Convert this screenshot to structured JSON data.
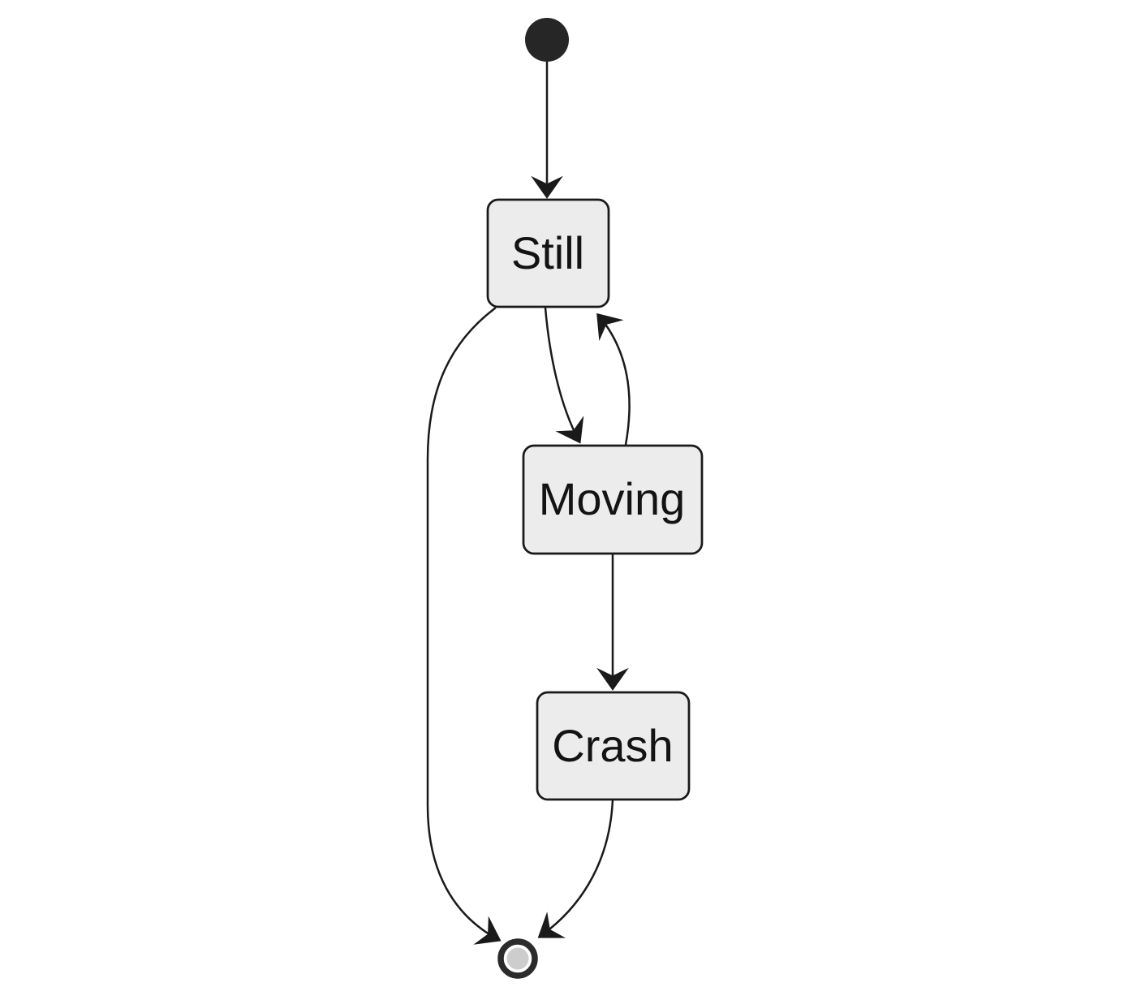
{
  "diagram": {
    "type": "state-diagram",
    "nodes": [
      {
        "id": "start",
        "kind": "initial",
        "label": ""
      },
      {
        "id": "still",
        "kind": "state",
        "label": "Still"
      },
      {
        "id": "moving",
        "kind": "state",
        "label": "Moving"
      },
      {
        "id": "crash",
        "kind": "state",
        "label": "Crash"
      },
      {
        "id": "end",
        "kind": "final",
        "label": ""
      }
    ],
    "edges": [
      {
        "from": "start",
        "to": "still"
      },
      {
        "from": "still",
        "to": "moving"
      },
      {
        "from": "moving",
        "to": "still"
      },
      {
        "from": "moving",
        "to": "crash"
      },
      {
        "from": "still",
        "to": "end"
      },
      {
        "from": "crash",
        "to": "end"
      }
    ],
    "colors": {
      "background": "#ffffff",
      "node_fill": "#ececec",
      "node_border": "#1a1a1a",
      "edge": "#1a1a1a",
      "arrowhead": "#1a1a1a",
      "text": "#131313",
      "initial_fill": "#262626",
      "final_ring": "#2b2b2b",
      "final_inner": "#cdcdcd"
    }
  }
}
